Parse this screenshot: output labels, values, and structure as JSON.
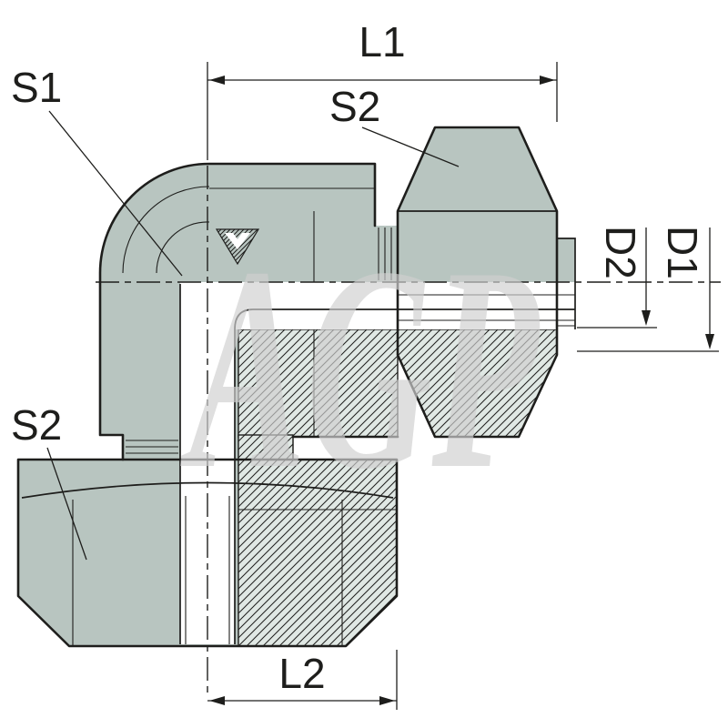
{
  "diagram": {
    "watermark_text": "AGP",
    "labels": {
      "s1": "S1",
      "s2_top": "S2",
      "s2_left": "S2",
      "l1": "L1",
      "l2": "L2",
      "d2": "D2",
      "d1": "D1"
    },
    "colors": {
      "background": "#ffffff",
      "line": "#1e1e1c",
      "body_fill": "#b8c5c0",
      "section_fill": "#e0e8e4",
      "watermark": "#d0d0d0"
    }
  }
}
